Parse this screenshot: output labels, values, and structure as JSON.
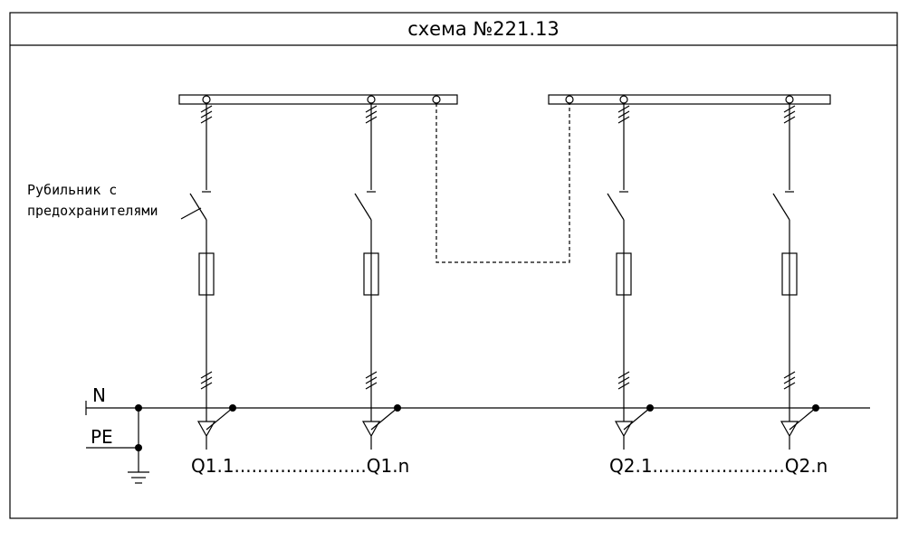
{
  "title": "схема №221.13",
  "label_switch": [
    "Рубильник с",
    "предохранителями"
  ],
  "bus_n": "N",
  "bus_pe": "PE",
  "group1_label": "Q1.1.......................Q1.n",
  "group2_label": "Q2.1.......................Q2.n"
}
